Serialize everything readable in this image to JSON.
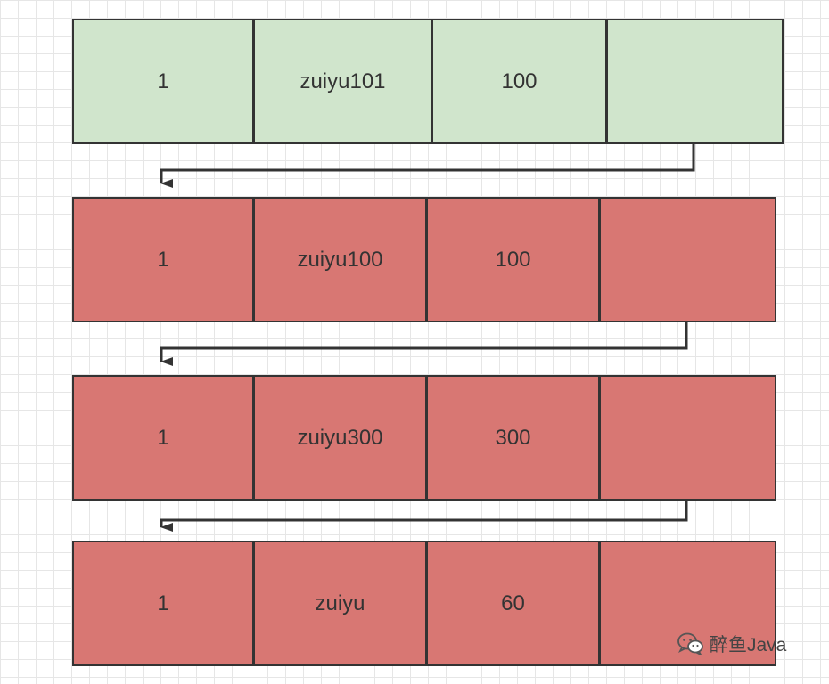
{
  "rows": [
    {
      "color": "#d0e5cc",
      "cells": [
        "1",
        "zuiyu101",
        "100",
        ""
      ]
    },
    {
      "color": "#d87773",
      "cells": [
        "1",
        "zuiyu100",
        "100",
        ""
      ]
    },
    {
      "color": "#d87773",
      "cells": [
        "1",
        "zuiyu300",
        "300",
        ""
      ]
    },
    {
      "color": "#d87773",
      "cells": [
        "1",
        "zuiyu",
        "60",
        ""
      ]
    }
  ],
  "watermark": {
    "icon": "wechat-icon",
    "text": "醉鱼Java"
  }
}
